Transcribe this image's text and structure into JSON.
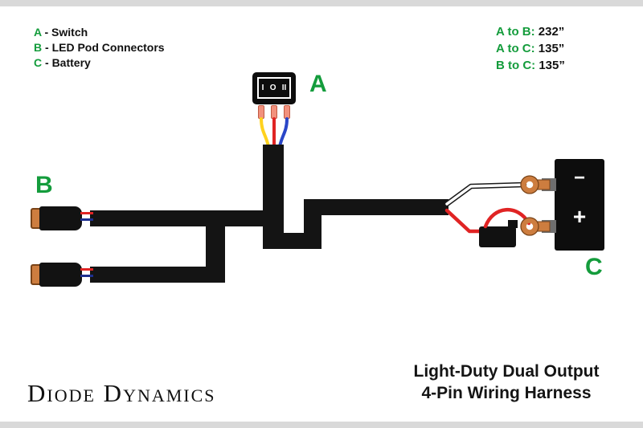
{
  "legend": {
    "items": [
      {
        "key": "A",
        "label": "- Switch"
      },
      {
        "key": "B",
        "label": "- LED Pod Connectors"
      },
      {
        "key": "C",
        "label": "- Battery"
      }
    ]
  },
  "measurements": {
    "items": [
      {
        "key": "A to B:",
        "value": "232”"
      },
      {
        "key": "A to C:",
        "value": "135”"
      },
      {
        "key": "B to C:",
        "value": "135”"
      }
    ]
  },
  "callouts": {
    "switch": "A",
    "pod_connectors": "B",
    "battery": "C"
  },
  "switch": {
    "markings": {
      "left": "I",
      "center": "O",
      "right": "II"
    }
  },
  "battery": {
    "negative_label": "−",
    "positive_label": "+"
  },
  "footer": {
    "brand": "Diode Dynamics",
    "title_line1": "Light-Duty Dual Output",
    "title_line2": "4-Pin Wiring Harness"
  },
  "colors": {
    "green": "#149c3c",
    "harness-black": "#141414",
    "wire-red": "#e02424",
    "wire-yellow": "#ffd21e",
    "wire-blue": "#2a46c8",
    "wire-white": "#ffffff",
    "copper": "#cd7d3f",
    "terminal-salmon": "#f2917d"
  }
}
